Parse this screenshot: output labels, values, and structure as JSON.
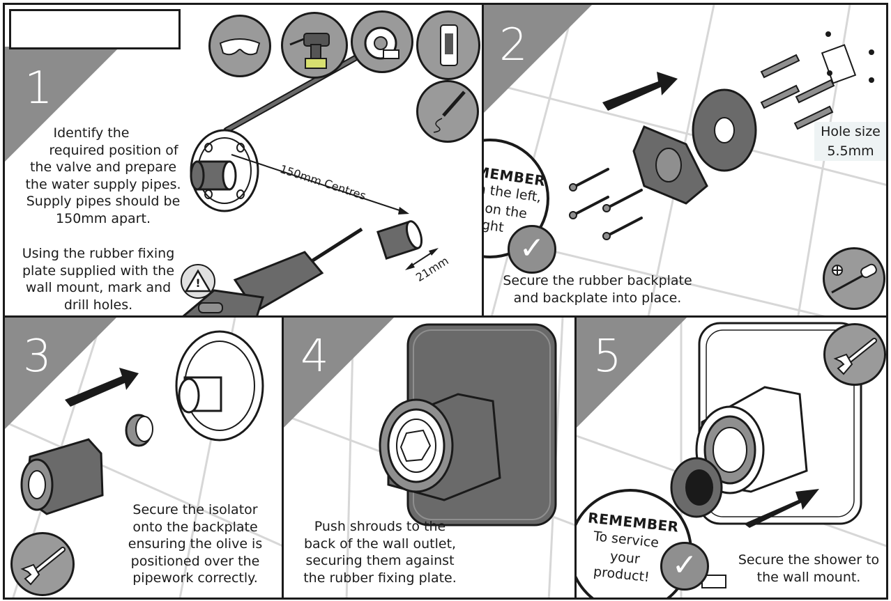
{
  "title_box": "",
  "steps": [
    {
      "number": "1",
      "text_main": [
        "Identify the",
        "required position of",
        "the valve and prepare",
        "the water supply pipes.",
        "Supply pipes should be",
        "150mm apart."
      ],
      "text_secondary": [
        "Using the rubber fixing",
        "plate supplied with the",
        "wall mount, mark and",
        "drill holes."
      ],
      "label_centres": "150mm Centres",
      "label_depth": "21mm",
      "tools": [
        "safety-glasses-icon",
        "cordless-drill-icon",
        "tape-measure-icon",
        "spirit-level-icon",
        "pencil-icon"
      ],
      "warning": "!"
    },
    {
      "number": "2",
      "remember_title": "REMEMBER",
      "remember_lines": [
        "hot on the left,",
        "cold on the",
        "right"
      ],
      "tick": "✓",
      "text_main": [
        "Secure the rubber backplate",
        "and backplate into place."
      ],
      "hole_size": [
        "Hole size",
        "5.5mm"
      ],
      "tools": [
        "screwdriver-icon"
      ]
    },
    {
      "number": "3",
      "text_main": [
        "Secure the isolator",
        "onto the backplate",
        "ensuring the olive is",
        "positioned over the",
        "pipework correctly."
      ],
      "tools": [
        "spanner-icon"
      ]
    },
    {
      "number": "4",
      "text_main": [
        "Push shrouds to the",
        "back of the wall outlet,",
        "securing them against",
        "the rubber fixing plate."
      ]
    },
    {
      "number": "5",
      "remember_title": "REMEMBER",
      "remember_lines": [
        "To service",
        "your",
        "product!"
      ],
      "tick": "✓",
      "text_main": [
        "Secure the shower to",
        "the wall mount."
      ],
      "tools": [
        "spanner-icon"
      ]
    }
  ],
  "colors": {
    "corner": "#8c8c8c",
    "tile_line": "#d7d7d7",
    "stroke": "#1a1a1a",
    "part_dark": "#6a6a6a",
    "tool_bg": "#9a9a9a"
  }
}
